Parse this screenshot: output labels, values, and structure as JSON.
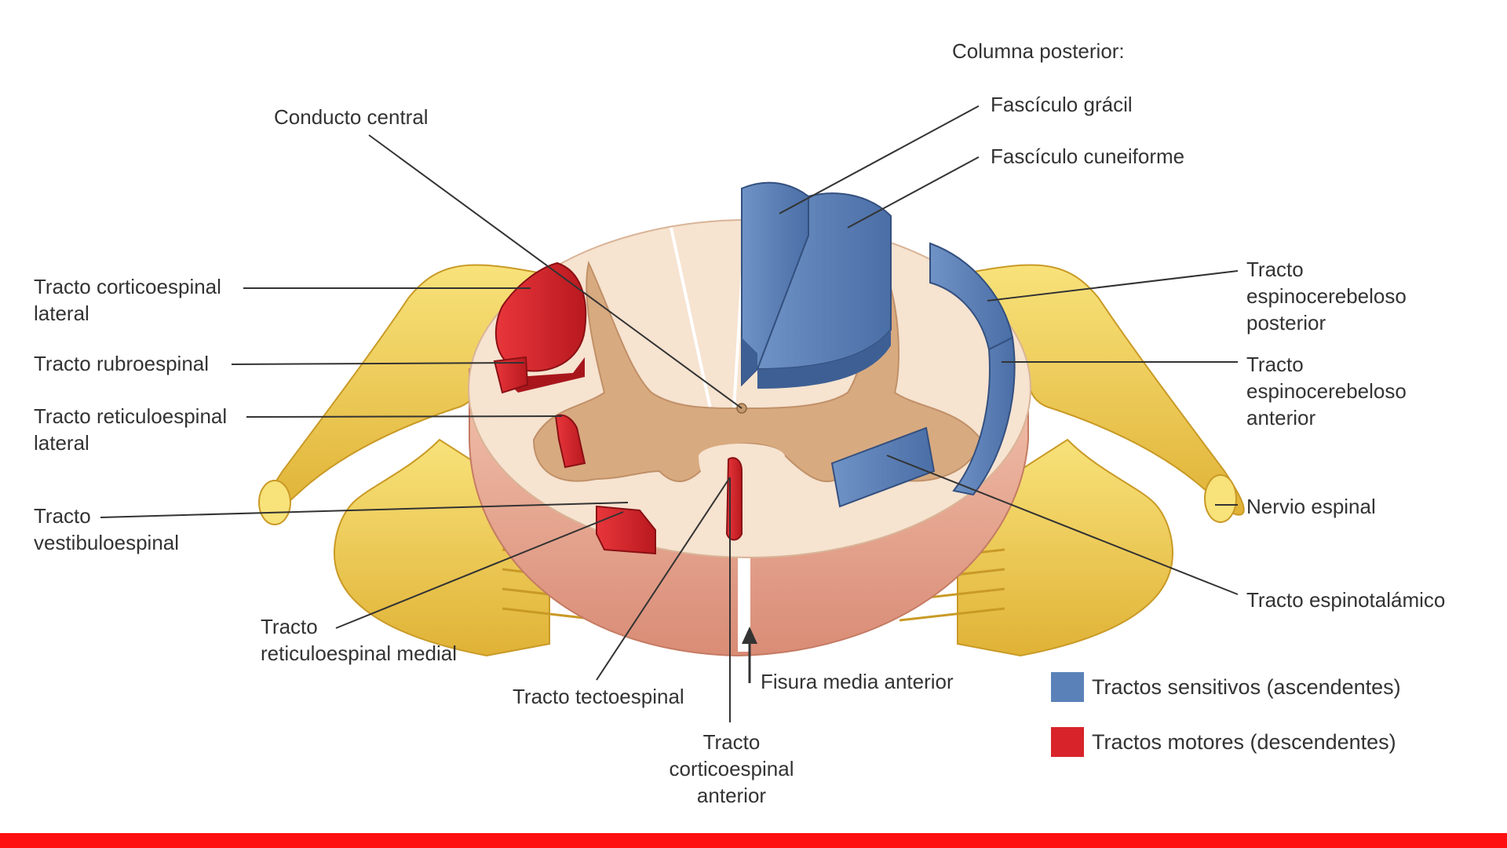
{
  "labels": {
    "columna_posterior": "Columna posterior:",
    "conducto_central": "Conducto central",
    "fasciculo_gracil": "Fascículo grácil",
    "fasciculo_cuneiforme": "Fascículo cuneiforme",
    "corticoespinal_lateral": [
      "Tracto corticoespinal",
      "lateral"
    ],
    "rubroespinal": "Tracto rubroespinal",
    "reticuloespinal_lateral": [
      "Tracto reticuloespinal",
      "lateral"
    ],
    "vestibuloespinal": [
      "Tracto",
      "vestibuloespinal"
    ],
    "reticuloespinal_medial": [
      "Tracto",
      "reticuloespinal medial"
    ],
    "tectoespinal": "Tracto tectoespinal",
    "corticoespinal_anterior": [
      "Tracto",
      "corticoespinal",
      "anterior"
    ],
    "fisura_media_anterior": "Fisura media anterior",
    "espinocerebeloso_posterior": [
      "Tracto",
      "espinocerebeloso",
      "posterior"
    ],
    "espinocerebeloso_anterior": [
      "Tracto",
      "espinocerebeloso",
      "anterior"
    ],
    "nervio_espinal": "Nervio espinal",
    "espinotalamico": "Tracto espinotalámico"
  },
  "legend": {
    "sensitivos": "Tractos sensitivos (ascendentes)",
    "motores": "Tractos motores (descendentes)"
  },
  "colors": {
    "sensory_blue": "#5b82b8",
    "sensory_blue_dark": "#3e5f94",
    "motor_red": "#d8232a",
    "motor_red_dark": "#a8161c",
    "nerve_yellow": "#f3d35a",
    "nerve_yellow_dark": "#d8ac2e",
    "white_matter": "#f6e3d0",
    "gray_matter": "#d8aa80",
    "cut_face": "#e8a890",
    "leader_line": "#333333",
    "bottom_bar": "#ff1010"
  }
}
